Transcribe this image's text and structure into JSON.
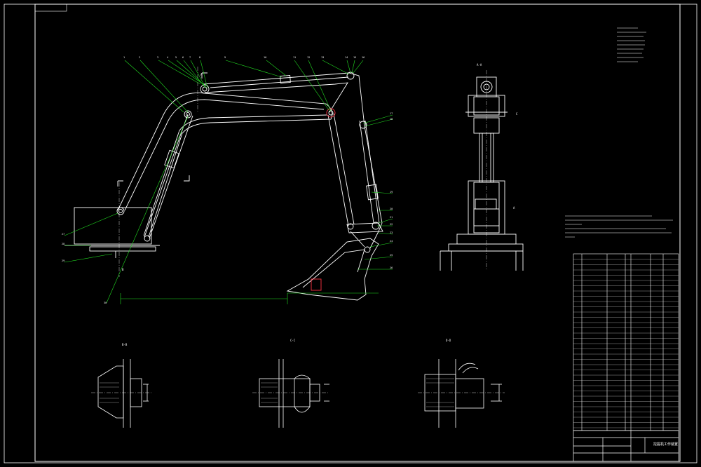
{
  "colors": {
    "background": "#000000",
    "line": "#ffffff",
    "leader": "#22dd22",
    "highlight": "#ff3344"
  },
  "drawing": {
    "section_labels": [
      "A-A",
      "B-B",
      "C-C",
      "D-D"
    ],
    "section_marks": [
      "A",
      "A",
      "B",
      "C"
    ],
    "balloon_numbers": [
      "1",
      "2",
      "3",
      "4",
      "5",
      "6",
      "7",
      "8",
      "9",
      "10",
      "11",
      "12",
      "13",
      "14",
      "15",
      "16",
      "17",
      "18",
      "19",
      "20",
      "21",
      "22",
      "23",
      "24",
      "25",
      "26",
      "27",
      "28",
      "29",
      "30"
    ],
    "title_block_text": "挖掘机工作装置"
  }
}
